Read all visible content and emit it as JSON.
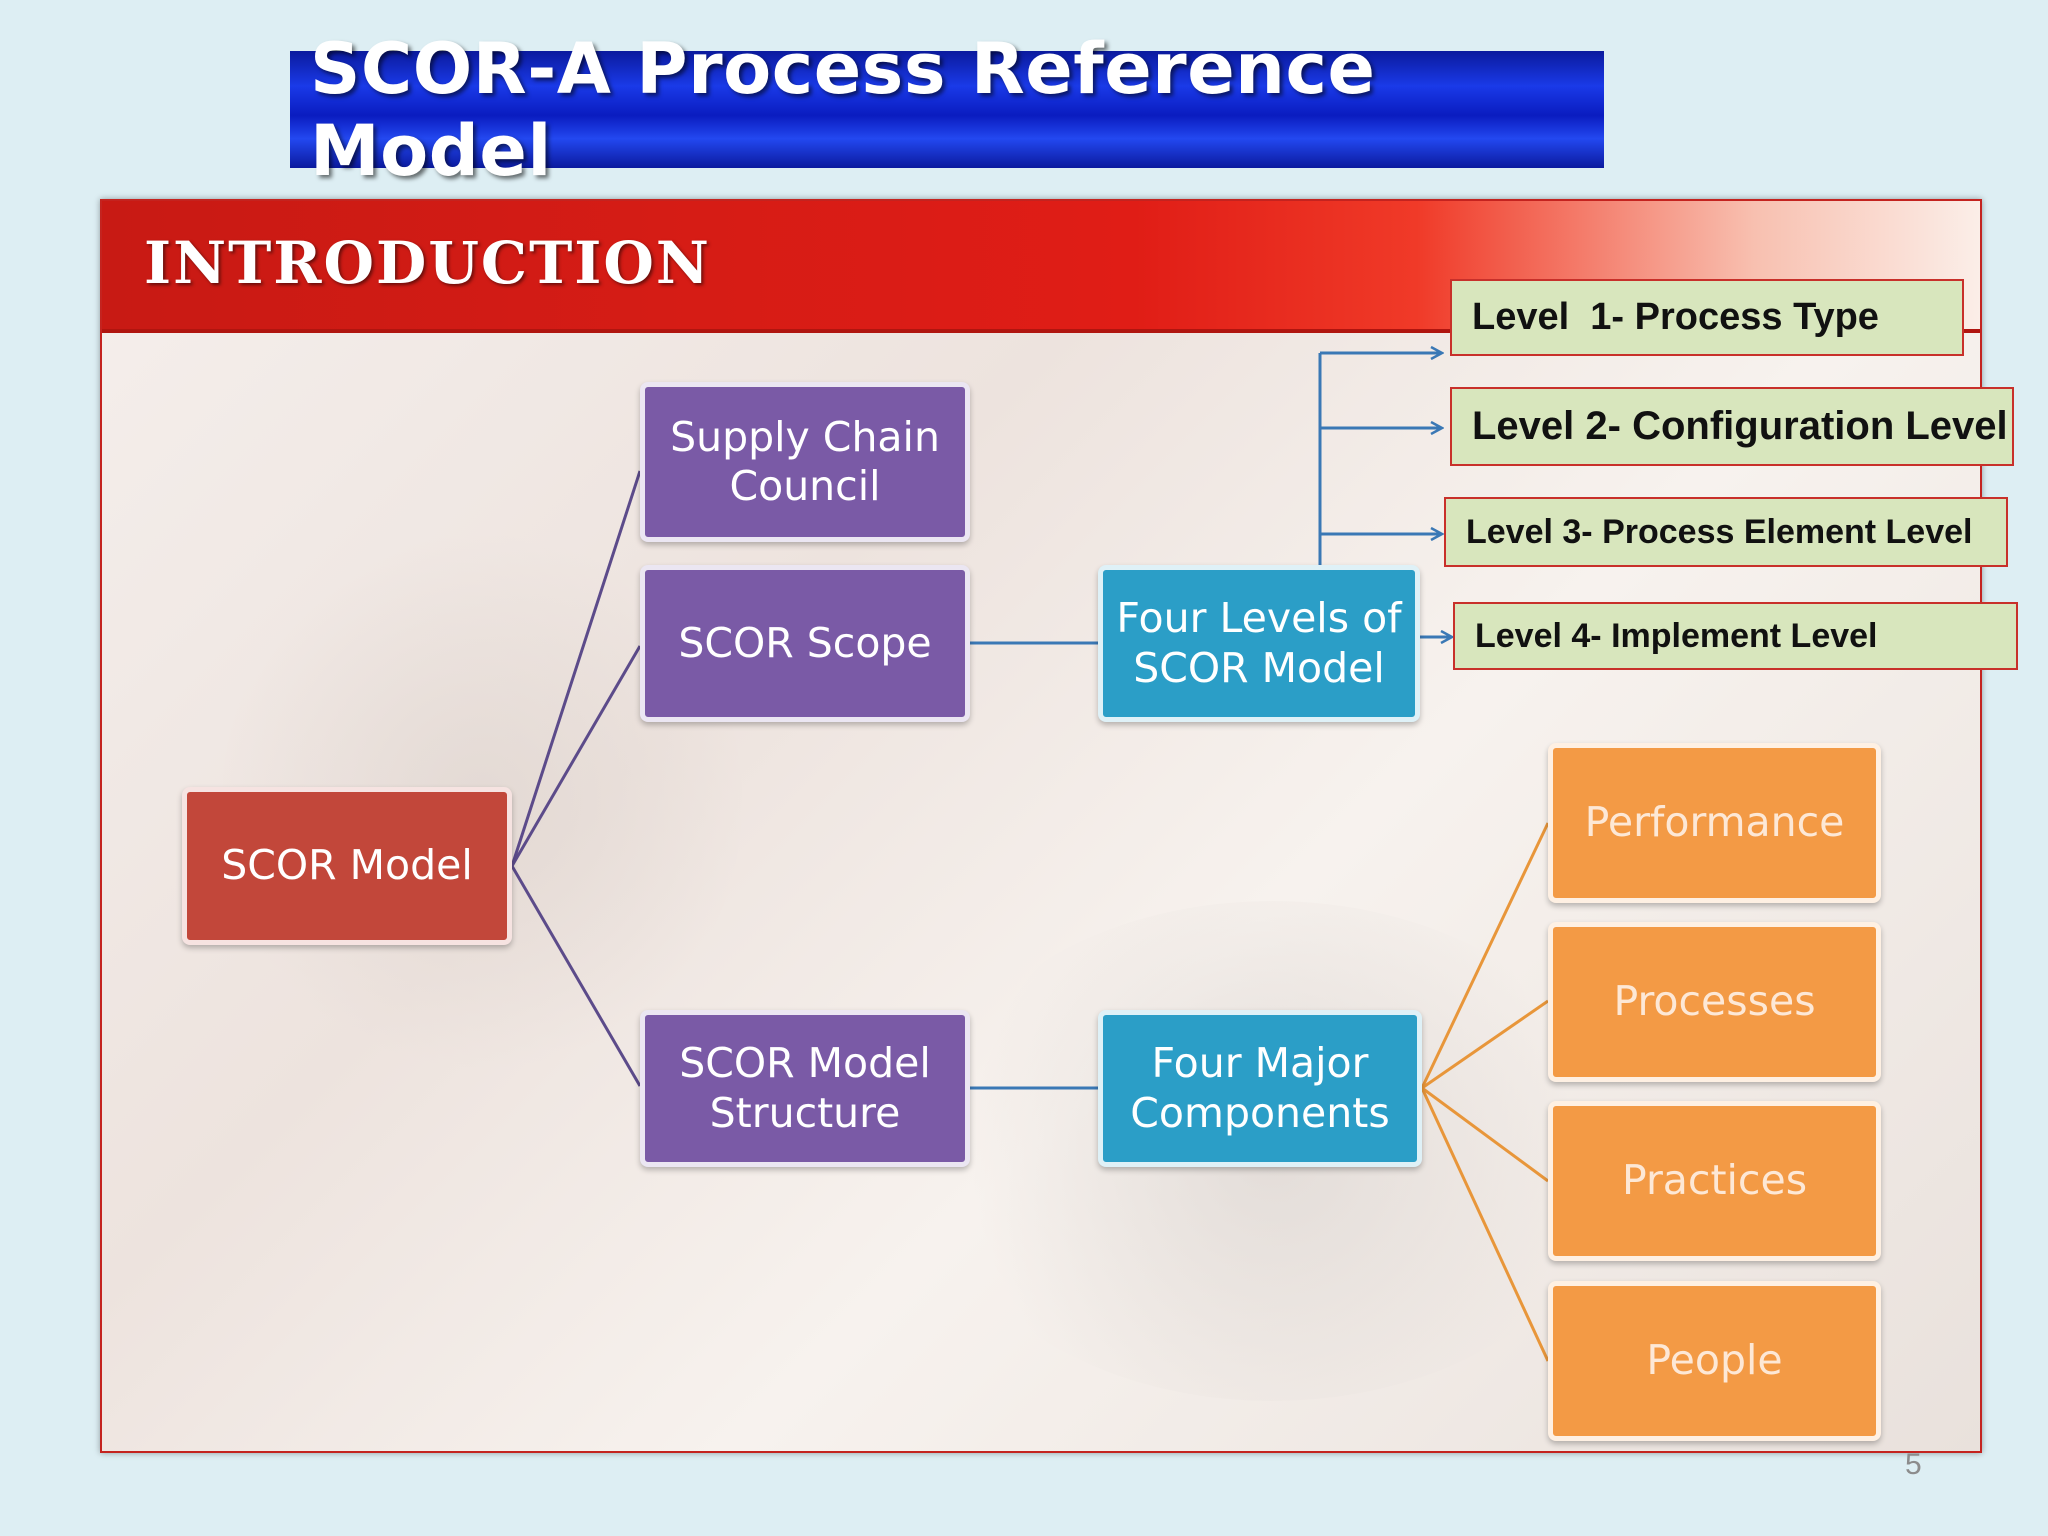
{
  "title": "SCOR-A Process Reference Model",
  "banner": "INTRODUCTION",
  "nodes": {
    "scor_model": "SCOR Model",
    "supply_chain_council": "Supply Chain\nCouncil",
    "scor_scope": "SCOR Scope",
    "scor_model_structure": "SCOR Model\nStructure",
    "four_levels": "Four Levels of\nSCOR Model",
    "four_major": "Four Major\nComponents",
    "performance": "Performance",
    "processes": "Processes",
    "practices": "Practices",
    "people": "People"
  },
  "levels": [
    "Level  1- Process Type",
    "Level 2- Configuration Level",
    "Level 3- Process Element Level",
    "Level 4- Implement Level"
  ],
  "page_number": "5",
  "colors": {
    "title_bar": "#0b1a9e",
    "banner_red": "#e01d16",
    "node_red": "#c2473a",
    "node_purple": "#7a5aa6",
    "node_blue": "#2b9ec7",
    "node_orange": "#f39a45",
    "level_box_fill": "#d8e6bd",
    "level_box_border": "#c8302a",
    "connector_purple": "#5c4b8a",
    "connector_blue": "#3a78b5",
    "connector_orange": "#e8963a"
  }
}
